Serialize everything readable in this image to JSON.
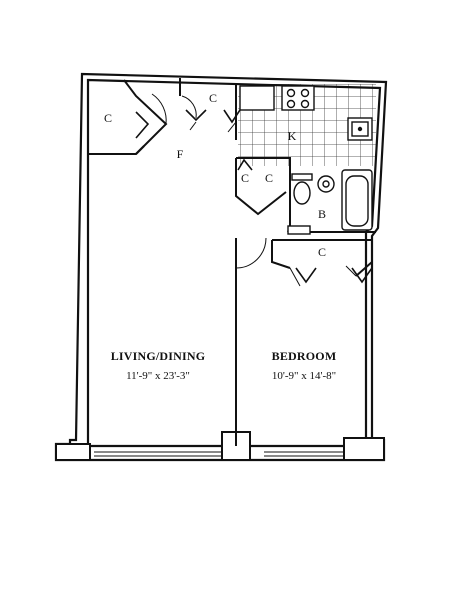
{
  "rooms": {
    "living": {
      "name": "LIVING/DINING",
      "dims": "11'-9\" x 23'-3\""
    },
    "bedroom": {
      "name": "BEDROOM",
      "dims": "10'-9\" x 14'-8\""
    }
  },
  "tags": {
    "closet": "C",
    "foyer": "F",
    "kitchen": "K",
    "bath": "B"
  }
}
